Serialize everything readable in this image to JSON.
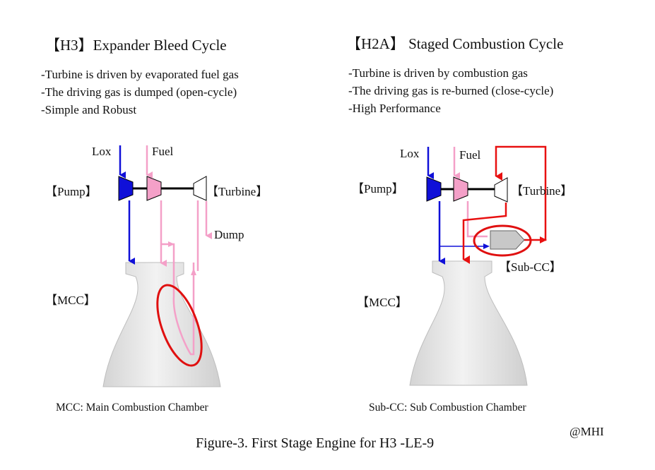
{
  "left": {
    "heading": "【H3】Expander Bleed Cycle",
    "bullets": [
      "-Turbine is driven by evaporated fuel gas",
      "-The driving gas is dumped (open-cycle)",
      "-Simple and Robust"
    ],
    "labels": {
      "lox": "Lox",
      "fuel": "Fuel",
      "pump": "【Pump】",
      "turbine": "【Turbine】",
      "dump": "Dump",
      "mcc": "【MCC】"
    },
    "note": "MCC: Main  Combustion Chamber"
  },
  "right": {
    "heading": "【H2A】 Staged Combustion Cycle",
    "bullets": [
      "-Turbine is driven by combustion gas",
      "-The driving gas is re-burned (close-cycle)",
      "-High Performance"
    ],
    "labels": {
      "lox": "Lox",
      "fuel": "Fuel",
      "pump": "【Pump】",
      "turbine": "【Turbine】",
      "subcc": "【Sub-CC】",
      "mcc": "【MCC】"
    },
    "note": "Sub-CC: Sub Combustion Chamber"
  },
  "caption": "Figure-3.  First Stage Engine for H3 -LE-9",
  "credit": "@MHI",
  "colors": {
    "lox_line": "#1010d8",
    "fuel_line": "#f4a0c8",
    "hot_gas": "#e81010",
    "highlight": "#e01010",
    "nozzle": "#dcdcdc",
    "subcc": "#c8c8c8"
  }
}
